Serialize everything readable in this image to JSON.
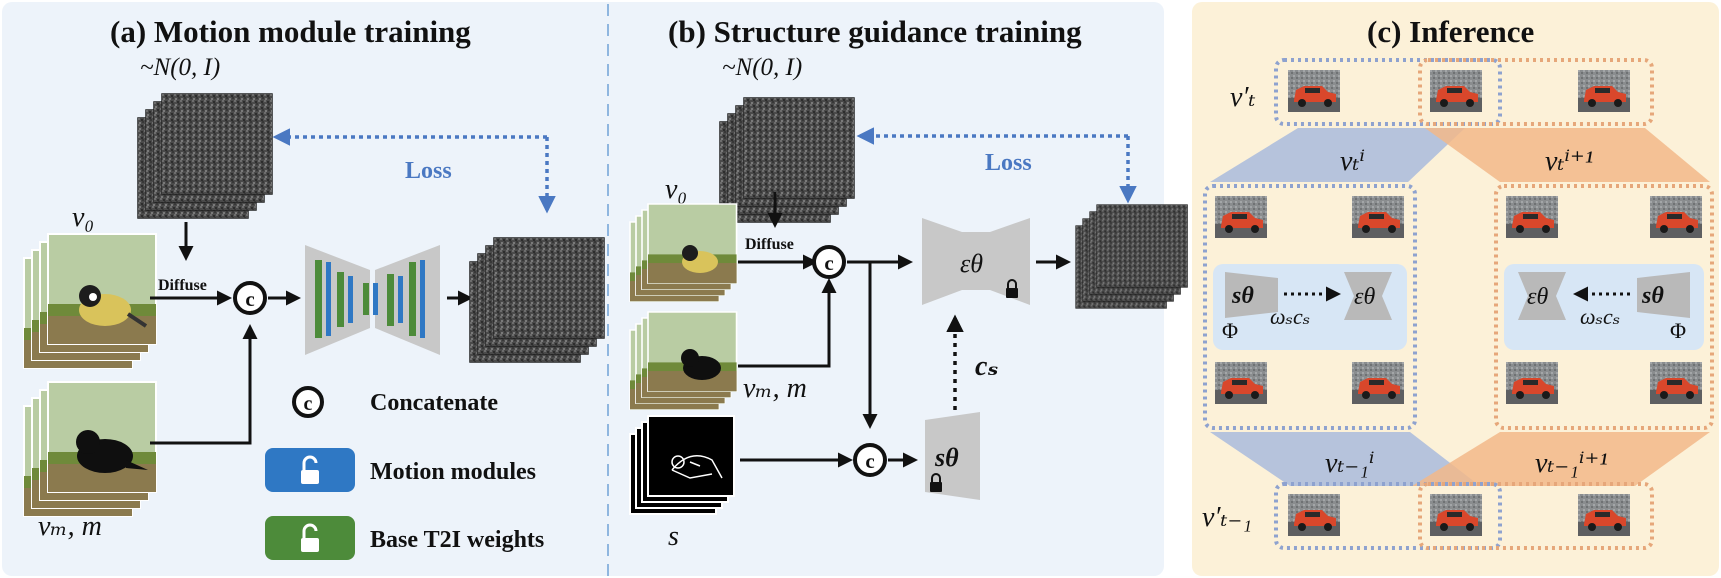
{
  "panel_a": {
    "title": "(a) Motion module training",
    "noise_dist": "~N(0, I)",
    "video_label": "v₀",
    "masked_label": "vₘ, m",
    "diffuse": "Diffuse",
    "loss": "Loss"
  },
  "legend": {
    "concat_symbol": "c",
    "concatenate": "Concatenate",
    "motion_modules": "Motion modules",
    "base_weights": "Base T2I weights"
  },
  "panel_b": {
    "title": "(b) Structure guidance training",
    "noise_dist": "~N(0, I)",
    "video_label": "v₀",
    "masked_label": "vₘ, m",
    "sketch_label": "s",
    "diffuse": "Diffuse",
    "loss": "Loss",
    "eps": "εθ",
    "s_theta": "sθ",
    "c_s": "cₛ"
  },
  "panel_c": {
    "title": "(c) Inference",
    "v_t_prime": "v′ₜ",
    "v_t_i": "vₜⁱ",
    "v_t_i1": "vₜⁱ⁺¹",
    "v_tm1_i": "vₜ₋₁ⁱ",
    "v_tm1_i1": "vₜ₋₁ⁱ⁺¹",
    "v_tm1_prime": "v′ₜ₋₁",
    "left_s": "sθ",
    "left_eps": "εθ",
    "left_omega": "ωₛcₛ",
    "left_phi": "Φ",
    "right_eps": "εθ",
    "right_s": "sθ",
    "right_omega": "ωₛcₛ",
    "right_phi": "Φ"
  },
  "colors": {
    "panel_ab_bg": "#edf3fa",
    "panel_c_bg": "#fcf1d8",
    "motion_blue": "#2f78c4",
    "base_green": "#4d8b3a",
    "loss_blue": "#4a78c2",
    "left_dotted": "#8ea2cf",
    "right_dotted": "#e6a77a"
  },
  "icons": [
    "noise-stack-icon",
    "bird-frames-icon",
    "masked-bird-frames-icon",
    "sketch-frames-icon",
    "concat-icon",
    "unet-icon",
    "lock-icon",
    "car-frame-icon"
  ]
}
